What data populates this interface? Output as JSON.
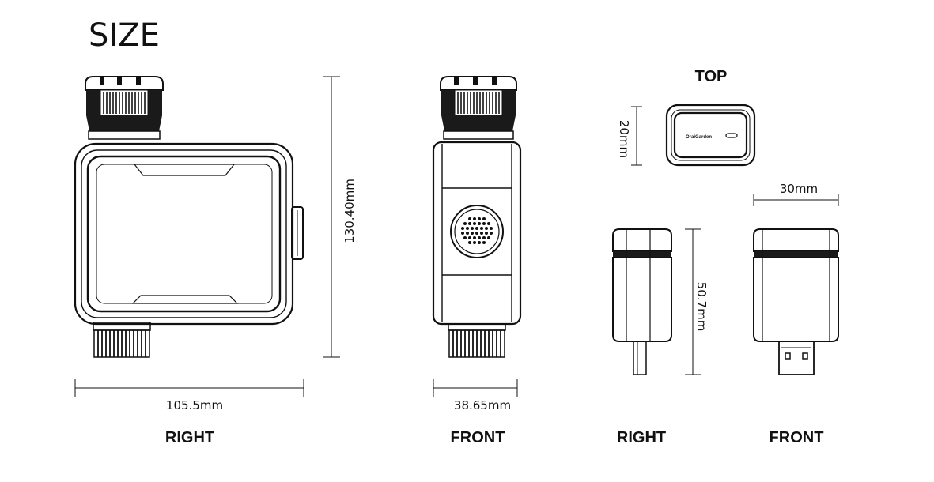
{
  "title": "SIZE",
  "timer": {
    "right_label": "RIGHT",
    "front_label": "FRONT",
    "width_dim": "105.5mm",
    "height_dim": "130.40mm",
    "depth_dim": "38.65mm"
  },
  "gateway": {
    "top_label": "TOP",
    "right_label": "RIGHT",
    "front_label": "FRONT",
    "brand": "OraiGarden",
    "top_dim": "20mm",
    "width_dim": "30mm",
    "height_dim": "50.7mm"
  }
}
